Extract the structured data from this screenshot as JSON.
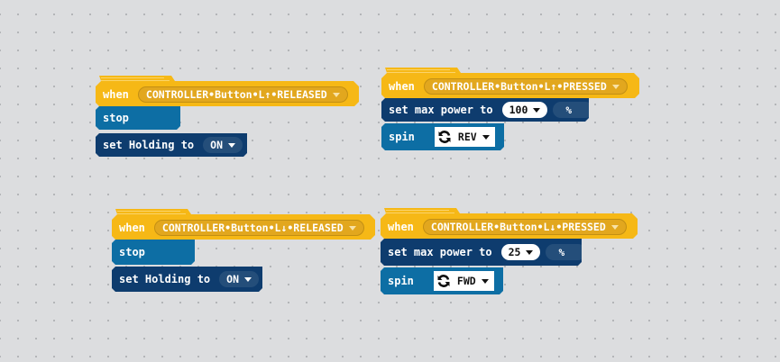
{
  "workspace": {
    "background": "#dcdddf",
    "colors": {
      "event": "#f6b816",
      "motion": "#0d6ea4",
      "setting": "#0e3c6e"
    }
  },
  "scripts": [
    {
      "hat": {
        "label": "when",
        "event": "CONTROLLER•Button•L↑•RELEASED"
      },
      "blocks": [
        {
          "type": "stop",
          "label": "stop"
        },
        {
          "type": "set_holding",
          "label": "set Holding to",
          "value": "ON"
        }
      ]
    },
    {
      "hat": {
        "label": "when",
        "event": "CONTROLLER•Button•L↑•PRESSED"
      },
      "blocks": [
        {
          "type": "set_max_power",
          "label": "set max power to",
          "value": "100",
          "unit": "%"
        },
        {
          "type": "spin",
          "label": "spin",
          "icon": "rotate-icon",
          "value": "REV"
        }
      ]
    },
    {
      "hat": {
        "label": "when",
        "event": "CONTROLLER•Button•L↓•RELEASED"
      },
      "blocks": [
        {
          "type": "stop",
          "label": "stop"
        },
        {
          "type": "set_holding",
          "label": "set Holding to",
          "value": "ON"
        }
      ]
    },
    {
      "hat": {
        "label": "when",
        "event": "CONTROLLER•Button•L↓•PRESSED"
      },
      "blocks": [
        {
          "type": "set_max_power",
          "label": "set max power to",
          "value": "25",
          "unit": "%"
        },
        {
          "type": "spin",
          "label": "spin",
          "icon": "rotate-icon",
          "value": "FWD"
        }
      ]
    }
  ]
}
